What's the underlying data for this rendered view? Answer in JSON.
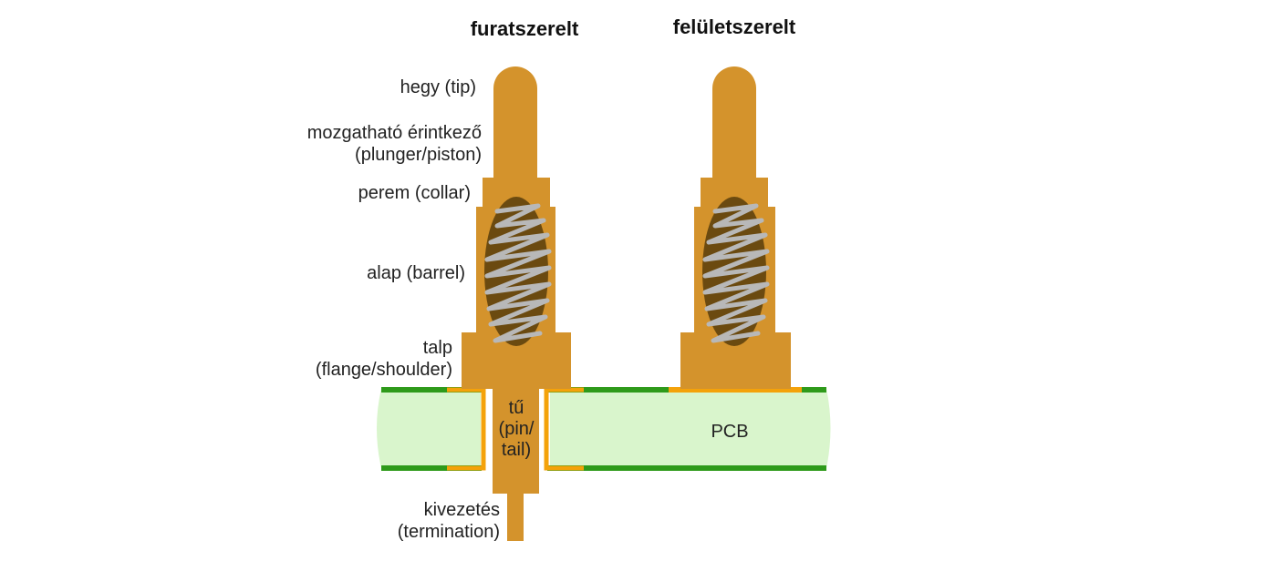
{
  "titles": {
    "through_hole": "furatszerelt",
    "surface_mount": "felületszerelt"
  },
  "labels": {
    "tip": "hegy (tip)",
    "plunger_line1": "mozgatható érintkező",
    "plunger_line2": "(plunger/piston)",
    "collar": "perem (collar)",
    "barrel": "alap (barrel)",
    "flange_line1": "talp",
    "flange_line2": "(flange/shoulder)",
    "pin_line1": "tű",
    "pin_line2": "(pin/",
    "pin_line3": "tail)",
    "pcb": "PCB",
    "termination_line1": "kivezetés",
    "termination_line2": "(termination)"
  },
  "colors": {
    "gold": "#d4932c",
    "barrel_window": "#6b4a10",
    "spring": "#b8b8b8",
    "pcb_fill": "#d9f5cc",
    "pcb_edge": "#2e9a1a",
    "copper_pad": "#f4a20a"
  }
}
